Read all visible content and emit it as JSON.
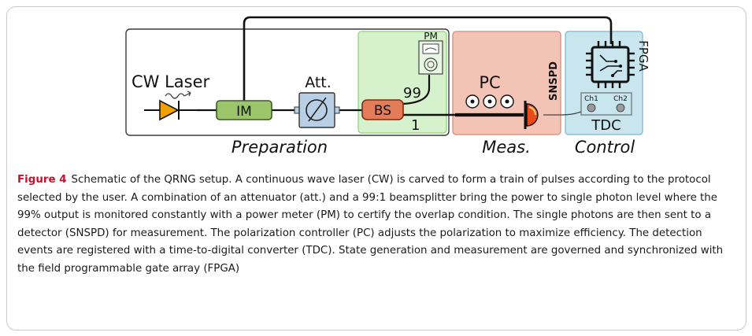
{
  "diagram": {
    "laser_label": "CW Laser",
    "im_label": "IM",
    "att_label": "Att.",
    "bs_label": "BS",
    "pm_label": "PM",
    "bs_out_99": "99",
    "bs_out_1": "1",
    "pc_label": "PC",
    "snspd_label": "SNSPD",
    "fpga_label": "FPGA",
    "ch1_label": "Ch1",
    "ch2_label": "Ch2",
    "tdc_label": "TDC",
    "section_preparation": "Preparation",
    "section_measurement": "Meas.",
    "section_control": "Control",
    "colors": {
      "preparation_border": "#3a3a3a",
      "bs_region_fill": "#d6f2cc",
      "meas_region_fill": "#f3c3b6",
      "control_region_fill": "#c9e6ef",
      "laser_fill": "#f0a000",
      "im_fill": "#9cc56b",
      "att_fill": "#b9cfe5",
      "bs_fill": "#e47c5a",
      "snspd_fill": "#e84a1a"
    }
  },
  "caption": {
    "figure_label": "Figure 4",
    "text": "Schematic of the QRNG setup. A continuous wave laser (CW) is carved to form a train of pulses according to the protocol selected by the user. A combination of an attenuator (att.) and a 99:1 beamsplitter bring the power to single photon level where the 99% output is monitored constantly with a power meter (PM) to certify the overlap condition. The single photons are then sent to a detector (SNSPD) for measurement. The polarization controller (PC) adjusts the polarization to maximize efficiency. The detection events are registered with a time-to-digital converter (TDC). State generation and measurement are governed and synchronized with the field programmable gate array (FPGA)"
  }
}
